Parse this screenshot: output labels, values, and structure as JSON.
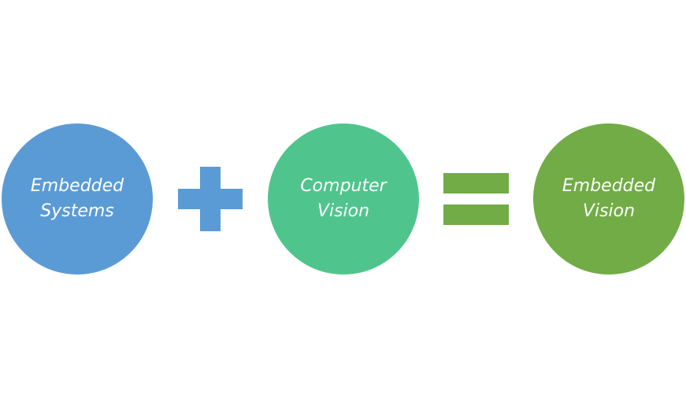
{
  "colors": {
    "blue": "#5b9bd5",
    "teal": "#4fc58d",
    "green": "#71ac47",
    "text": "#ffffff"
  },
  "terms": [
    {
      "line1": "Embedded",
      "line2": "Systems",
      "color": "#5b9bd5"
    },
    {
      "line1": "Computer",
      "line2": "Vision",
      "color": "#4fc58d"
    },
    {
      "line1": "Embedded",
      "line2": "Vision",
      "color": "#71ac47"
    }
  ],
  "operators": {
    "plus": {
      "icon": "plus-icon",
      "color": "#5b9bd5"
    },
    "equals": {
      "icon": "equals-icon",
      "color": "#71ac47"
    }
  }
}
